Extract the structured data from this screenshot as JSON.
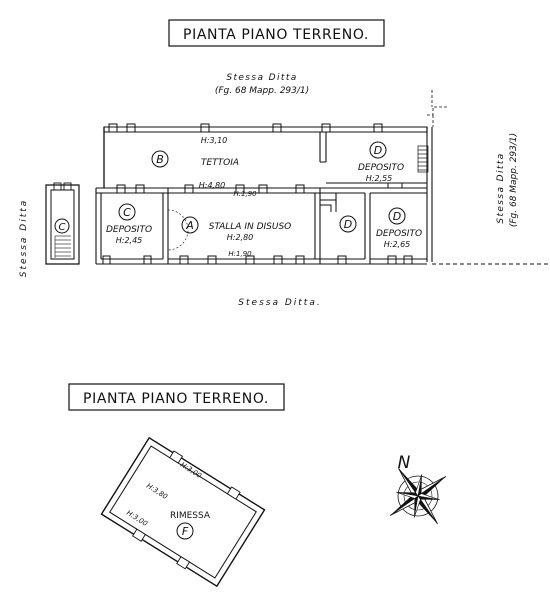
{
  "titles": {
    "top": "PIANTA PIANO TERRENO.",
    "bottom": "PIANTA PIANO TERRENO."
  },
  "neighbors": {
    "north_line1": "Stessa  Ditta",
    "north_line2": "(Fg. 68 Mapp. 293/1)",
    "east_line1": "Stessa  Ditta",
    "east_line2": "(Fg. 68 Mapp. 293/1)",
    "south": "Stessa  Ditta.",
    "west": "Stessa  Ditta"
  },
  "rooms": {
    "tettoia": {
      "letter": "B",
      "name": "TETTOIA",
      "height": "H:3,10"
    },
    "stalla": {
      "letter": "A",
      "name": "STALLA IN DISUSO",
      "height": "H:2,80",
      "height_top": "H:1,90",
      "height_bottom": "H:1,90"
    },
    "deposito_west": {
      "letter": "C",
      "name": "DEPOSITO",
      "height": "H:2,45"
    },
    "deposito_ne": {
      "letter": "D",
      "name": "DEPOSITO",
      "height": "H:2,55"
    },
    "deposito_mid": {
      "letter": "D"
    },
    "deposito_se": {
      "letter": "D",
      "name": "DEPOSITO",
      "height": "H:2,65"
    },
    "stair_annex": {
      "letter": "C"
    },
    "rimessa": {
      "letter": "F",
      "name": "RIMESSA",
      "height_a": "H:3,00",
      "height_b": "H:3,80",
      "height_c": "H:3,00"
    }
  },
  "misc": {
    "passage_height": "H:4,80"
  },
  "compass": {
    "label": "N"
  }
}
